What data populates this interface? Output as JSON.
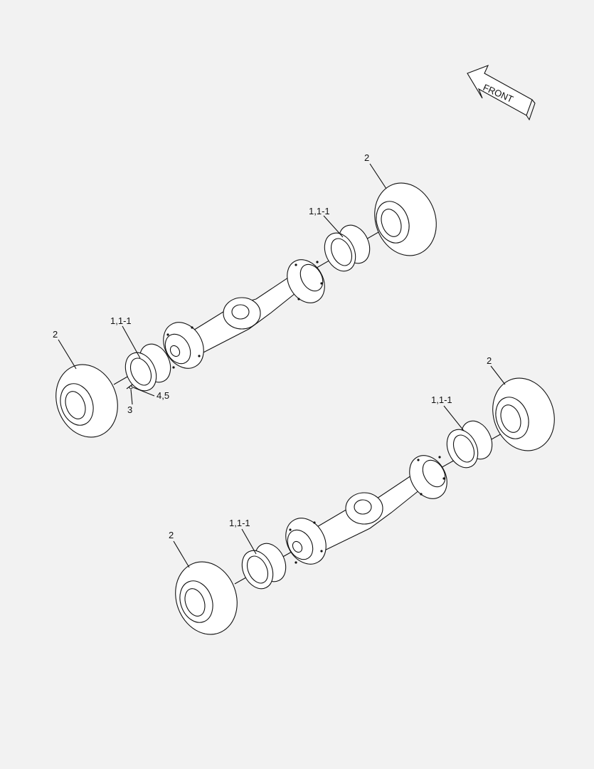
{
  "front_label": "FRONT",
  "callouts": {
    "upper_right_tire": "2",
    "upper_right_rim": "1,1-1",
    "upper_left_rim": "1,1-1",
    "upper_left_tire": "2",
    "valve_stem": "3",
    "valve_parts": "4,5",
    "lower_right_tire": "2",
    "lower_right_rim": "1,1-1",
    "lower_left_rim": "1,1-1",
    "lower_left_tire": "2"
  }
}
